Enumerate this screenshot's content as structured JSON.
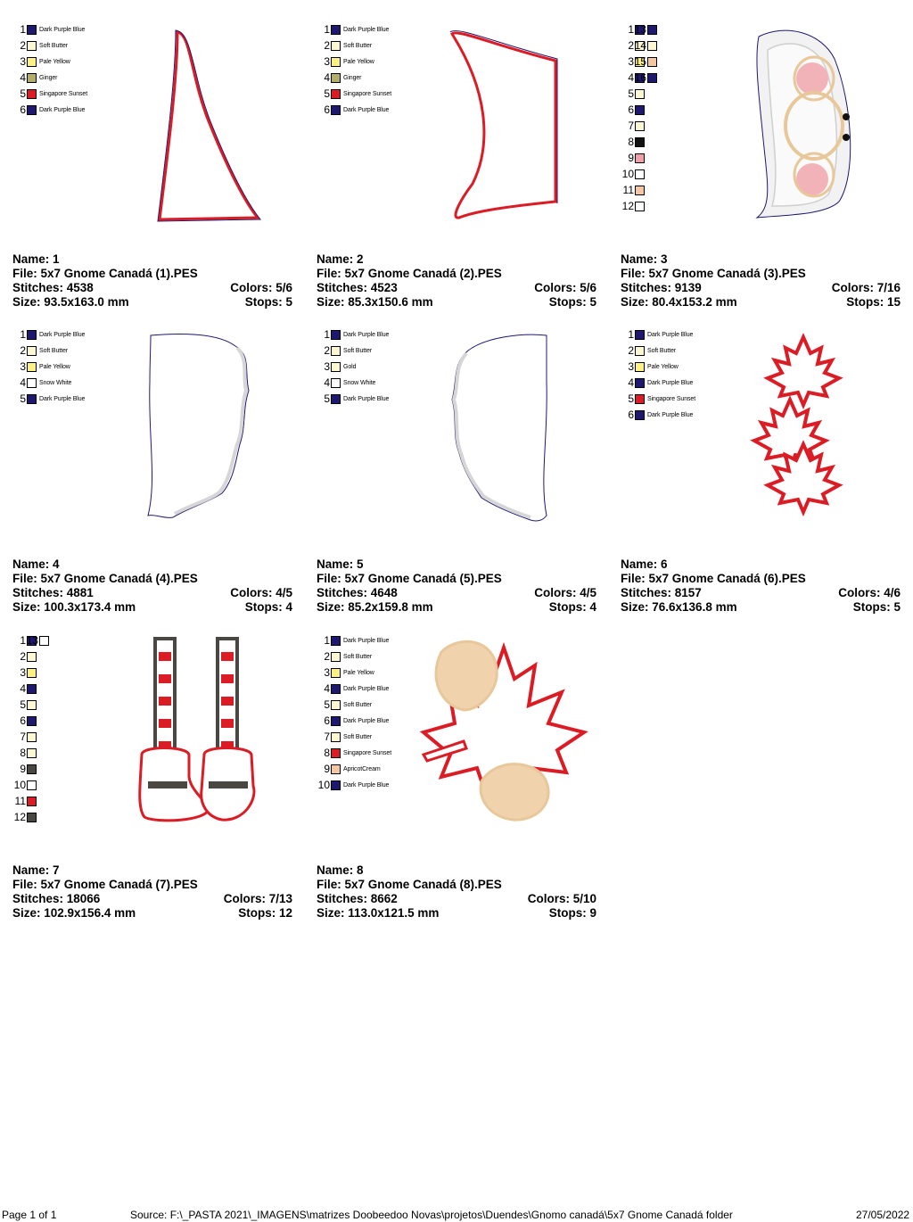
{
  "designs": [
    {
      "name_label": "Name: 1",
      "file_label": "File: 5x7 Gnome Canadá (1).PES",
      "stitches_label": "Stitches: 4538",
      "colors_label": "Colors: 5/6",
      "size_label": "Size: 93.5x163.0 mm",
      "stops_label": "Stops: 5",
      "swatches": [
        {
          "num": "1",
          "name": "Dark Purple Blue",
          "color": "#1f1870"
        },
        {
          "num": "2",
          "name": "Soft Butter",
          "color": "#fdf7d2"
        },
        {
          "num": "3",
          "name": "Pale Yellow",
          "color": "#fdf184"
        },
        {
          "num": "4",
          "name": "Ginger",
          "color": "#b4ad6a"
        },
        {
          "num": "5",
          "name": "Singapore Sunset",
          "color": "#dc1c24"
        },
        {
          "num": "6",
          "name": "Dark Purple Blue",
          "color": "#1f1870"
        }
      ]
    },
    {
      "name_label": "Name: 2",
      "file_label": "File: 5x7 Gnome Canadá (2).PES",
      "stitches_label": "Stitches: 4523",
      "colors_label": "Colors: 5/6",
      "size_label": "Size: 85.3x150.6 mm",
      "stops_label": "Stops: 5",
      "swatches": [
        {
          "num": "1",
          "name": "Dark Purple Blue",
          "color": "#1f1870"
        },
        {
          "num": "2",
          "name": "Soft Butter",
          "color": "#fdf7d2"
        },
        {
          "num": "3",
          "name": "Pale Yellow",
          "color": "#fdf184"
        },
        {
          "num": "4",
          "name": "Ginger",
          "color": "#b4ad6a"
        },
        {
          "num": "5",
          "name": "Singapore Sunset",
          "color": "#dc1c24"
        },
        {
          "num": "6",
          "name": "Dark Purple Blue",
          "color": "#1f1870"
        }
      ]
    },
    {
      "name_label": "Name: 3",
      "file_label": "File: 5x7 Gnome Canadá (3).PES",
      "stitches_label": "Stitches: 9139",
      "colors_label": "Colors: 7/16",
      "size_label": "Size: 80.4x153.2 mm",
      "stops_label": "Stops: 15",
      "swatches": [
        {
          "num": "1",
          "color": "#1f1870"
        },
        {
          "num": "2",
          "color": "#fdf7d2"
        },
        {
          "num": "3",
          "color": "#fdf184"
        },
        {
          "num": "4",
          "color": "#1f1870"
        },
        {
          "num": "5",
          "color": "#fdf7d2"
        },
        {
          "num": "6",
          "color": "#1f1870"
        },
        {
          "num": "7",
          "color": "#fdf7d2"
        },
        {
          "num": "8",
          "color": "#111111"
        },
        {
          "num": "9",
          "color": "#f2a0a8"
        },
        {
          "num": "10",
          "color": "#ffffff"
        },
        {
          "num": "11",
          "color": "#f4c6a2"
        },
        {
          "num": "12",
          "color": "#ffffff"
        }
      ],
      "swatches_col2": [
        {
          "num": "13",
          "color": "#1f1870"
        },
        {
          "num": "14",
          "color": "#fdf7d2"
        },
        {
          "num": "15",
          "color": "#f4c6a2"
        },
        {
          "num": "16",
          "color": "#1f1870"
        }
      ]
    },
    {
      "name_label": "Name: 4",
      "file_label": "File: 5x7 Gnome Canadá (4).PES",
      "stitches_label": "Stitches: 4881",
      "colors_label": "Colors: 4/5",
      "size_label": "Size: 100.3x173.4 mm",
      "stops_label": "Stops: 4",
      "swatches": [
        {
          "num": "1",
          "name": "Dark Purple Blue",
          "color": "#1f1870"
        },
        {
          "num": "2",
          "name": "Soft Butter",
          "color": "#fdf7d2"
        },
        {
          "num": "3",
          "name": "Pale Yellow",
          "color": "#fdf184"
        },
        {
          "num": "4",
          "name": "Snow White",
          "color": "#ffffff"
        },
        {
          "num": "5",
          "name": "Dark Purple Blue",
          "color": "#1f1870"
        }
      ]
    },
    {
      "name_label": "Name: 5",
      "file_label": "File: 5x7 Gnome Canadá (5).PES",
      "stitches_label": "Stitches: 4648",
      "colors_label": "Colors: 4/5",
      "size_label": "Size: 85.2x159.8 mm",
      "stops_label": "Stops: 4",
      "swatches": [
        {
          "num": "1",
          "name": "Dark Purple Blue",
          "color": "#1f1870"
        },
        {
          "num": "2",
          "name": "Soft Butter",
          "color": "#fdf7d2"
        },
        {
          "num": "3",
          "name": "Gold",
          "color": "#fdf7d2"
        },
        {
          "num": "4",
          "name": "Snow White",
          "color": "#ffffff"
        },
        {
          "num": "5",
          "name": "Dark Purple Blue",
          "color": "#1f1870"
        }
      ]
    },
    {
      "name_label": "Name: 6",
      "file_label": "File: 5x7 Gnome Canadá (6).PES",
      "stitches_label": "Stitches: 8157",
      "colors_label": "Colors: 4/6",
      "size_label": "Size: 76.6x136.8 mm",
      "stops_label": "Stops: 5",
      "swatches": [
        {
          "num": "1",
          "name": "Dark Purple Blue",
          "color": "#1f1870"
        },
        {
          "num": "2",
          "name": "Soft Butter",
          "color": "#fdf7d2"
        },
        {
          "num": "3",
          "name": "Pale Yellow",
          "color": "#fdf184"
        },
        {
          "num": "4",
          "name": "Dark Purple Blue",
          "color": "#1f1870"
        },
        {
          "num": "5",
          "name": "Singapore Sunset",
          "color": "#dc1c24"
        },
        {
          "num": "6",
          "name": "Dark Purple Blue",
          "color": "#1f1870"
        }
      ]
    },
    {
      "name_label": "Name: 7",
      "file_label": "File: 5x7 Gnome Canadá (7).PES",
      "stitches_label": "Stitches: 18066",
      "colors_label": "Colors: 7/13",
      "size_label": "Size: 102.9x156.4 mm",
      "stops_label": "Stops: 12",
      "swatches": [
        {
          "num": "1",
          "color": "#1f1870"
        },
        {
          "num": "2",
          "color": "#fdf7d2"
        },
        {
          "num": "3",
          "color": "#fdf184"
        },
        {
          "num": "4",
          "color": "#1f1870"
        },
        {
          "num": "5",
          "color": "#fdf7d2"
        },
        {
          "num": "6",
          "color": "#1f1870"
        },
        {
          "num": "7",
          "color": "#fdf7d2"
        },
        {
          "num": "8",
          "color": "#fdf7d2"
        },
        {
          "num": "9",
          "color": "#4a4742"
        },
        {
          "num": "10",
          "color": "#ffffff"
        },
        {
          "num": "11",
          "color": "#dc1c24"
        },
        {
          "num": "12",
          "color": "#4a4742"
        }
      ],
      "swatches_col2": [
        {
          "num": "13",
          "color": "#ffffff"
        }
      ]
    },
    {
      "name_label": "Name: 8",
      "file_label": "File: 5x7 Gnome Canadá (8).PES",
      "stitches_label": "Stitches: 8662",
      "colors_label": "Colors: 5/10",
      "size_label": "Size: 113.0x121.5 mm",
      "stops_label": "Stops: 9",
      "swatches": [
        {
          "num": "1",
          "name": "Dark Purple Blue",
          "color": "#1f1870"
        },
        {
          "num": "2",
          "name": "Soft Butter",
          "color": "#fdf7d2"
        },
        {
          "num": "3",
          "name": "Pale Yellow",
          "color": "#fdf184"
        },
        {
          "num": "4",
          "name": "Dark Purple Blue",
          "color": "#1f1870"
        },
        {
          "num": "5",
          "name": "Soft Butter",
          "color": "#fdf7d2"
        },
        {
          "num": "6",
          "name": "Dark Purple Blue",
          "color": "#1f1870"
        },
        {
          "num": "7",
          "name": "Soft Butter",
          "color": "#fdf7d2"
        },
        {
          "num": "8",
          "name": "Singapore Sunset",
          "color": "#dc1c24"
        },
        {
          "num": "9",
          "name": "ApricotCream",
          "color": "#f4c6a2"
        },
        {
          "num": "10",
          "name": "Dark Purple Blue",
          "color": "#1f1870"
        }
      ]
    }
  ],
  "footer": {
    "page": "Page 1 of 1",
    "source": "Source: F:\\_PASTA 2021\\_IMAGENS\\matrizes Doobeedoo Novas\\projetos\\Duendes\\Gnomo canadá\\5x7 Gnome Canadá folder",
    "date": "27/05/2022"
  }
}
